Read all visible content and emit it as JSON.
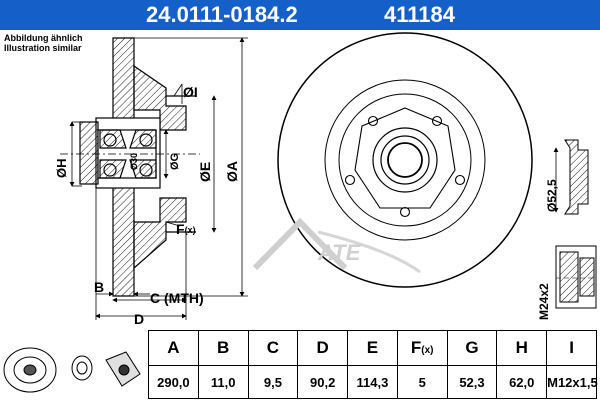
{
  "header": {
    "part_number": "24.0111-0184.2",
    "ref_number": "411184",
    "background": "#1560c8"
  },
  "note": {
    "line1": "Abbildung ähnlich",
    "line2": "Illustration similar"
  },
  "drawing": {
    "labels": {
      "I": "ØI",
      "H": "ØH",
      "bore": "Ø30",
      "G": "ØG",
      "E": "ØE",
      "A": "ØA",
      "F": "F",
      "F_sub": "(x)",
      "B": "B",
      "C": "C (MTH)",
      "D": "D",
      "cap_diameter": "Ø52,5",
      "nut": "M24x2"
    },
    "logo_text": "ATE"
  },
  "table": {
    "headers": [
      "A",
      "B",
      "C",
      "D",
      "E",
      "F",
      "G",
      "H",
      "I"
    ],
    "f_suffix": "(x)",
    "values": [
      "290,0",
      "11,0",
      "9,5",
      "90,2",
      "114,3",
      "5",
      "52,3",
      "62,0",
      "M12x1,5"
    ]
  }
}
